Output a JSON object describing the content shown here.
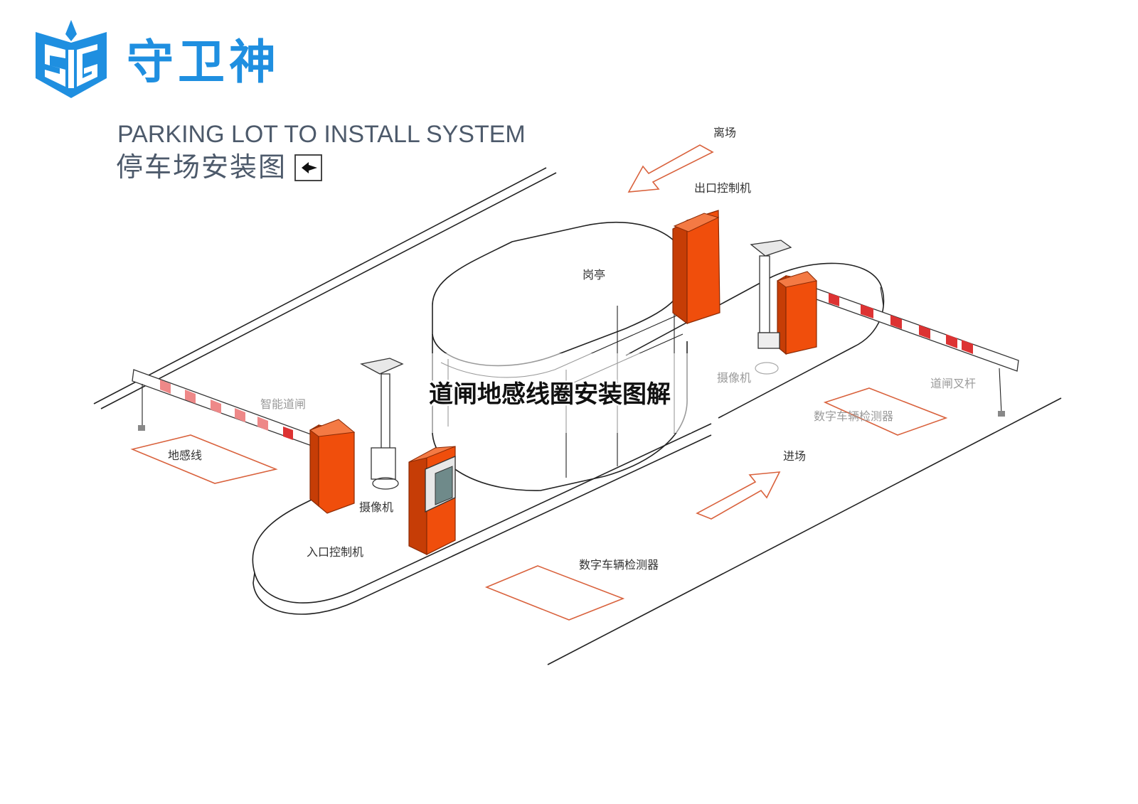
{
  "brand": {
    "name": "守卫神",
    "logo_icon": "shield-logo-icon",
    "brand_color": "#1f8fe0"
  },
  "heading": {
    "english": "PARKING LOT TO  INSTALL SYSTEM",
    "chinese": "停车场安装图",
    "arrow_icon": "play-arrow-box-icon"
  },
  "overlay_title": "道闸地感线圈安装图解",
  "labels": {
    "exit_direction": "离场",
    "exit_controller": "出口控制机",
    "booth": "岗亭",
    "camera_right": "摄像机",
    "barrier_arm": "道闸叉杆",
    "detector_right": "数字车辆检测器",
    "entry_direction": "进场",
    "smart_gate": "智能道闸",
    "ground_loop": "地感线",
    "camera_left": "摄像机",
    "entry_controller": "入口控制机",
    "detector_bottom": "数字车辆检测器"
  },
  "colors": {
    "equipment": "#f04e0c",
    "loop_outline": "#d9623d",
    "text": "#333333"
  }
}
